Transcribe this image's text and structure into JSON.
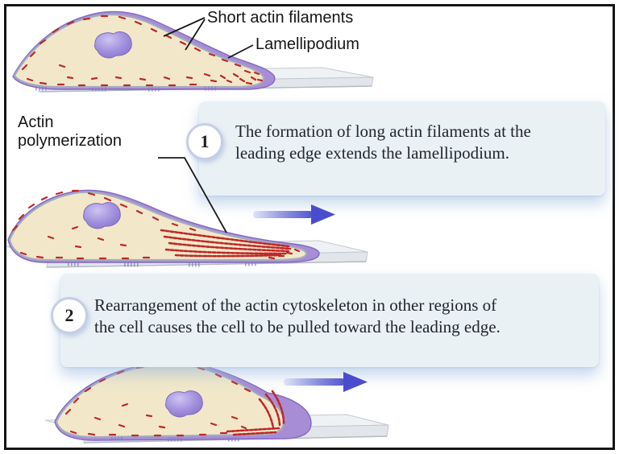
{
  "panel_top": {
    "label_short_actin_filaments": "Short actin filaments",
    "label_lamellipodium": "Lamellipodium"
  },
  "panel_step1": {
    "label_actin_polymerization": "Actin polymerization",
    "badge_number": "1",
    "text_line1": "The formation of long actin filaments at the",
    "text_line2": "leading edge extends the lamellipodium."
  },
  "panel_step2": {
    "badge_number": "2",
    "text_line1": "Rearrangement of the actin cytoskeleton in other regions of",
    "text_line2": "the cell causes the cell to be pulled toward the leading edge."
  },
  "colors": {
    "frame_border": "#141414",
    "callout_background": "#e9f1f5",
    "callout_shadow": "#9ab4dc",
    "lamellipodium_purple": "#a78dd6",
    "cytoplasm_cream": "#f2e8c9",
    "membrane_gray": "#a3acc0",
    "nucleus_purple": "#9a89d6",
    "actin_red": "#bf2728",
    "arrow_blue": "#4b4ccd",
    "slide_gray": "#e8ecf0",
    "label_text": "#1a1a1a"
  }
}
